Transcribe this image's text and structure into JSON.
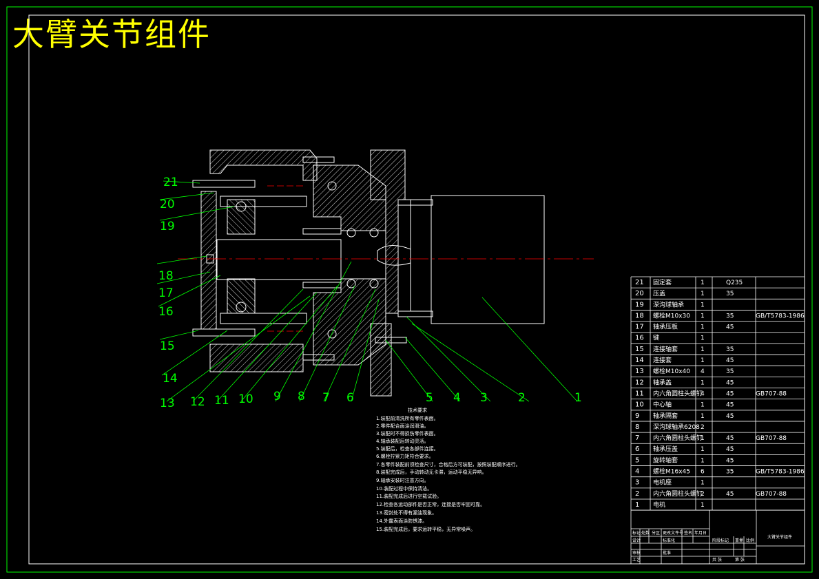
{
  "drawing_title": "大臂关节组件",
  "part_labels": [
    "1",
    "2",
    "3",
    "4",
    "5",
    "6",
    "7",
    "8",
    "9",
    "10",
    "11",
    "12",
    "13",
    "14",
    "15",
    "16",
    "17",
    "18",
    "19",
    "20",
    "21"
  ],
  "bom_rows": [
    {
      "no": "21",
      "name": "固定套",
      "qty": "1",
      "material": "Q235",
      "standard": ""
    },
    {
      "no": "20",
      "name": "压盖",
      "qty": "1",
      "material": "35",
      "standard": ""
    },
    {
      "no": "19",
      "name": "深沟球轴承",
      "qty": "1",
      "material": "",
      "standard": ""
    },
    {
      "no": "18",
      "name": "螺栓M10x30",
      "qty": "1",
      "material": "35",
      "standard": "GB/T5783-1986"
    },
    {
      "no": "17",
      "name": "轴承压板",
      "qty": "1",
      "material": "45",
      "standard": ""
    },
    {
      "no": "16",
      "name": "键",
      "qty": "1",
      "material": "",
      "standard": ""
    },
    {
      "no": "15",
      "name": "连接轴套",
      "qty": "1",
      "material": "35",
      "standard": ""
    },
    {
      "no": "14",
      "name": "连接套",
      "qty": "1",
      "material": "45",
      "standard": ""
    },
    {
      "no": "13",
      "name": "螺栓M10x40",
      "qty": "4",
      "material": "35",
      "standard": ""
    },
    {
      "no": "12",
      "name": "轴承盖",
      "qty": "1",
      "material": "45",
      "standard": ""
    },
    {
      "no": "11",
      "name": "内六角圆柱头螺钉",
      "qty": "4",
      "material": "45",
      "standard": "GB707-88"
    },
    {
      "no": "10",
      "name": "中心轴",
      "qty": "1",
      "material": "45",
      "standard": ""
    },
    {
      "no": "9",
      "name": "轴承隔套",
      "qty": "1",
      "material": "45",
      "standard": ""
    },
    {
      "no": "8",
      "name": "深沟球轴承6208",
      "qty": "2",
      "material": "",
      "standard": ""
    },
    {
      "no": "7",
      "name": "内六角圆柱头螺钉",
      "qty": "1",
      "material": "45",
      "standard": "GB707-88"
    },
    {
      "no": "6",
      "name": "轴承压盖",
      "qty": "1",
      "material": "45",
      "standard": ""
    },
    {
      "no": "5",
      "name": "旋转轴套",
      "qty": "1",
      "material": "45",
      "standard": ""
    },
    {
      "no": "4",
      "name": "螺栓M16x45",
      "qty": "6",
      "material": "35",
      "standard": "GB/T5783-1986"
    },
    {
      "no": "3",
      "name": "电机座",
      "qty": "1",
      "material": "",
      "standard": ""
    },
    {
      "no": "2",
      "name": "内六角圆柱头螺钉",
      "qty": "2",
      "material": "45",
      "standard": "GB707-88"
    },
    {
      "no": "1",
      "name": "电机",
      "qty": "1",
      "material": "",
      "standard": ""
    }
  ],
  "notes": {
    "title": "技术要求",
    "items": [
      "1.装配前清洗所有零件表面。",
      "2.零件配合面涂润滑油。",
      "3.装配时不得损伤零件表面。",
      "4.轴承装配后转动灵活。",
      "5.装配后，检查各部件连接。",
      "6.螺栓拧紧力矩符合要求。",
      "7.各零件装配前须检查尺寸，合格后方可装配，按照装配顺序进行。",
      "8.装配完成后，手动转动无卡滞，运动平稳无异响。",
      "9.轴承安装时注意方向。",
      "10.装配过程中保持清洁。",
      "11.装配完成后进行空载试验。",
      "12.检查各运动部件是否正常，连接是否牢固可靠。",
      "13.密封处不得有漏油现象。",
      "14.外露表面涂防锈漆。",
      "15.装配完成后，要求运转平稳，无异常噪声。"
    ]
  },
  "title_block": {
    "name": "大臂关节组件",
    "cells": [
      "标记",
      "处数",
      "分区",
      "更改文件号",
      "签名",
      "年月日",
      "设计",
      "标准化",
      "阶段标记",
      "重量",
      "比例",
      "审核",
      "工艺",
      "批准",
      "共 张",
      "第 张"
    ]
  }
}
